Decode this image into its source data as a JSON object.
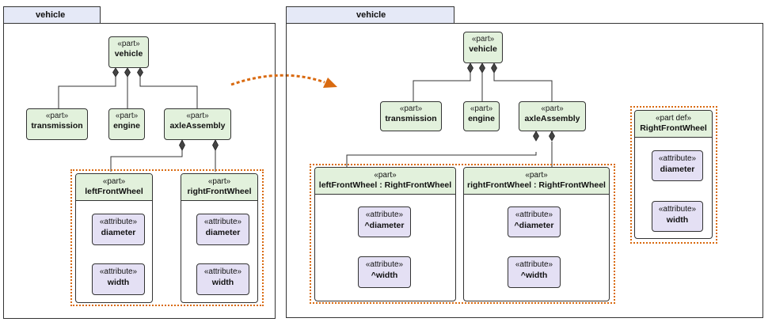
{
  "left": {
    "frame_title": "vehicle",
    "vehicle": {
      "stereo": "«part»",
      "name": "vehicle"
    },
    "transmission": {
      "stereo": "«part»",
      "name": "transmission"
    },
    "engine": {
      "stereo": "«part»",
      "name": "engine"
    },
    "axle": {
      "stereo": "«part»",
      "name": "axleAssembly"
    },
    "lfw": {
      "stereo": "«part»",
      "name": "leftFrontWheel",
      "attrs": [
        {
          "stereo": "«attribute»",
          "name": "diameter"
        },
        {
          "stereo": "«attribute»",
          "name": "width"
        }
      ]
    },
    "rfw": {
      "stereo": "«part»",
      "name": "rightFrontWheel",
      "attrs": [
        {
          "stereo": "«attribute»",
          "name": "diameter"
        },
        {
          "stereo": "«attribute»",
          "name": "width"
        }
      ]
    }
  },
  "right": {
    "frame_title": "vehicle",
    "vehicle": {
      "stereo": "«part»",
      "name": "vehicle"
    },
    "transmission": {
      "stereo": "«part»",
      "name": "transmission"
    },
    "engine": {
      "stereo": "«part»",
      "name": "engine"
    },
    "axle": {
      "stereo": "«part»",
      "name": "axleAssembly"
    },
    "lfw": {
      "stereo": "«part»",
      "name": "leftFrontWheel : RightFrontWheel",
      "attrs": [
        {
          "stereo": "«attribute»",
          "name": "^diameter"
        },
        {
          "stereo": "«attribute»",
          "name": "^width"
        }
      ]
    },
    "rfw": {
      "stereo": "«part»",
      "name": "rightFrontWheel : RightFrontWheel",
      "attrs": [
        {
          "stereo": "«attribute»",
          "name": "^diameter"
        },
        {
          "stereo": "«attribute»",
          "name": "^width"
        }
      ]
    },
    "def": {
      "stereo": "«part def»",
      "name": "RightFrontWheel",
      "attrs": [
        {
          "stereo": "«attribute»",
          "name": "diameter"
        },
        {
          "stereo": "«attribute»",
          "name": "width"
        }
      ]
    }
  },
  "colors": {
    "part_fill": "#e2f1dc",
    "attr_fill": "#e4e0f4",
    "frame_tab": "#e5e9f7",
    "accent": "#d96a10"
  }
}
